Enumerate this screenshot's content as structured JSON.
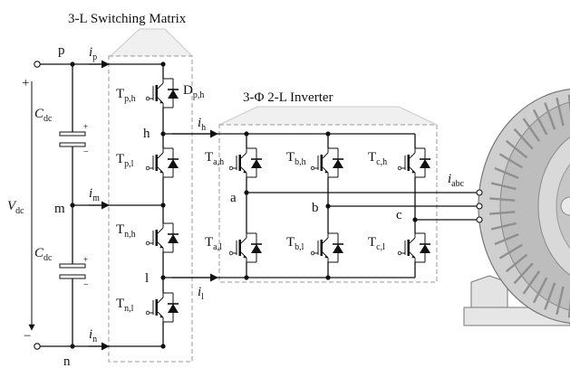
{
  "titles": {
    "switching_matrix": "3-L Switching Matrix",
    "inverter": "3-Φ 2-L Inverter"
  },
  "nodes": {
    "p": "p",
    "m": "m",
    "n": "n",
    "h": "h",
    "l": "l",
    "a": "a",
    "b": "b",
    "c": "c"
  },
  "dc_source": {
    "voltage_main": "V",
    "voltage_sub": "dc",
    "plus": "+",
    "minus": "−"
  },
  "capacitors": [
    {
      "main": "C",
      "sub": "dc",
      "plus": "+",
      "minus": "−"
    },
    {
      "main": "C",
      "sub": "dc",
      "plus": "+",
      "minus": "−"
    }
  ],
  "currents": {
    "ip": {
      "main": "i",
      "sub": "p"
    },
    "im": {
      "main": "i",
      "sub": "m"
    },
    "in": {
      "main": "i",
      "sub": "n"
    },
    "ih": {
      "main": "i",
      "sub": "h"
    },
    "il": {
      "main": "i",
      "sub": "l"
    },
    "iabc": {
      "main": "i",
      "sub": "abc"
    }
  },
  "matrix_switches": [
    {
      "main": "T",
      "sub": "p,h"
    },
    {
      "main": "T",
      "sub": "p,l"
    },
    {
      "main": "T",
      "sub": "n,h"
    },
    {
      "main": "T",
      "sub": "n,l"
    }
  ],
  "diode": {
    "main": "D",
    "sub": "p,h"
  },
  "inverter_switches": [
    {
      "main": "T",
      "sub": "a,h"
    },
    {
      "main": "T",
      "sub": "b,h"
    },
    {
      "main": "T",
      "sub": "c,h"
    },
    {
      "main": "T",
      "sub": "a,l"
    },
    {
      "main": "T",
      "sub": "b,l"
    },
    {
      "main": "T",
      "sub": "c,l"
    }
  ],
  "colors": {
    "line": "#111111",
    "box_dash": "#9a9a9a",
    "motor_body": "#d4d4d4",
    "motor_dark": "#9c9c9c"
  }
}
